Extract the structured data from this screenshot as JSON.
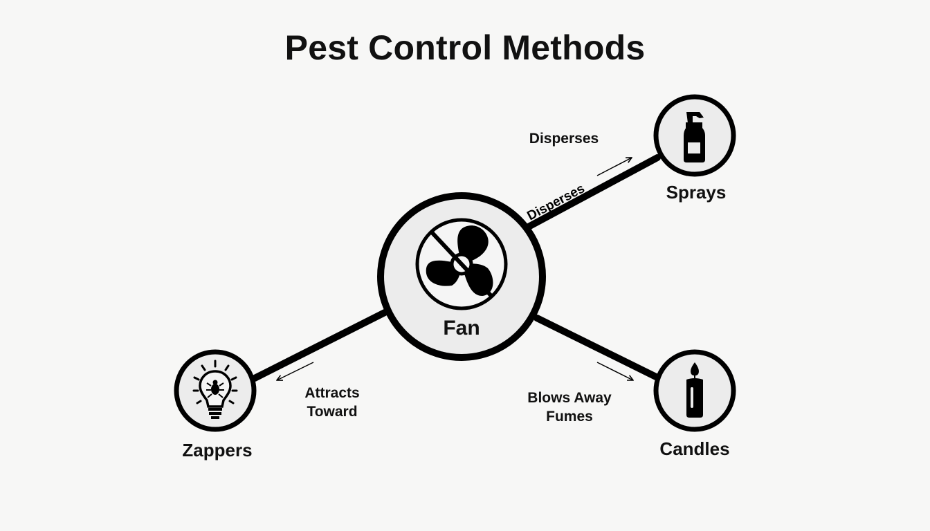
{
  "title": "Pest Control Methods",
  "center": {
    "label": "Fan",
    "icon": "crossed-out-fan-icon"
  },
  "nodes": {
    "sprays": {
      "label": "Sprays",
      "icon": "spray-bottle-icon"
    },
    "zappers": {
      "label": "Zappers",
      "icon": "bulb-with-bug-icon"
    },
    "candles": {
      "label": "Candles",
      "icon": "candle-icon"
    }
  },
  "edges": {
    "sprays": {
      "label": "Disperses",
      "line_label": "Disperses"
    },
    "zappers": {
      "label": "Attracts Toward"
    },
    "candles": {
      "label": "Blows Away Fumes"
    }
  },
  "colors": {
    "stroke": "#000000",
    "node_fill": "#ececec",
    "background": "#f7f7f6"
  }
}
